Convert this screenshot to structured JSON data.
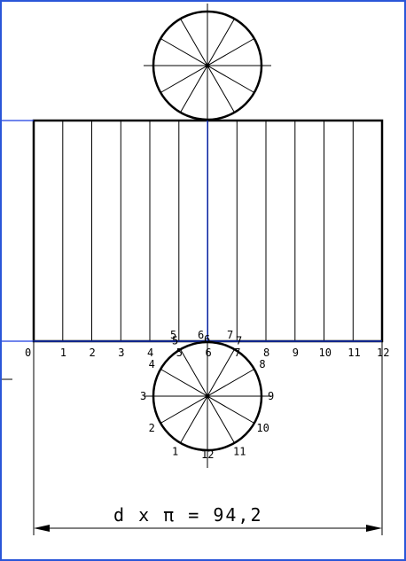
{
  "development": {
    "baseline_labels": [
      "0",
      "1",
      "2",
      "3",
      "4",
      "5",
      "6",
      "7",
      "8",
      "9",
      "10",
      "11",
      "12"
    ],
    "top_labels": [
      "5",
      "6",
      "7"
    ],
    "division_count": 12
  },
  "bottom_circle": {
    "labels": [
      "1",
      "2",
      "3",
      "4",
      "5",
      "6",
      "7",
      "8",
      "9",
      "10",
      "11",
      "12"
    ]
  },
  "dimension": {
    "formula": "d x π = 94,2"
  },
  "colors": {
    "ink": "#000000",
    "construction": "#1a3ce0",
    "frame": "#2a56d8"
  }
}
